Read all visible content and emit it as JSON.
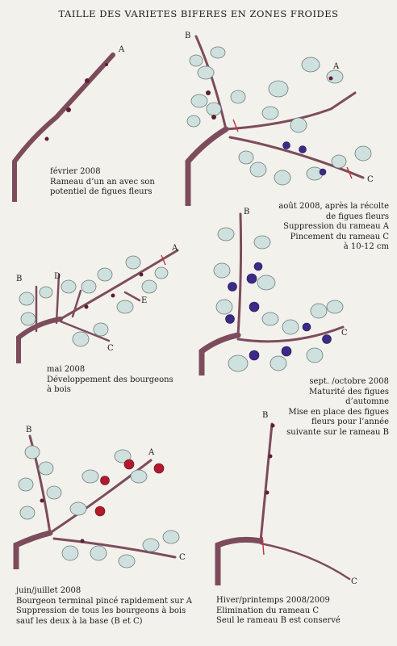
{
  "title": "TAILLE DES VARIETES BIFERES EN ZONES FROIDES",
  "panels": [
    {
      "id": "feb",
      "labels": [
        "A"
      ],
      "caption": [
        "février 2008",
        "Rameau d’un an avec son",
        "potentiel de figues fleurs"
      ]
    },
    {
      "id": "aug",
      "labels": [
        "B",
        "A",
        "C"
      ],
      "caption": [
        "août 2008, après la récolte",
        "de figues fleurs",
        "Suppression du rameau A",
        "Pincement du rameau C",
        "à 10-12 cm"
      ]
    },
    {
      "id": "may",
      "labels": [
        "A",
        "B",
        "D",
        "E",
        "C"
      ],
      "caption": [
        "mai 2008",
        "Développement des bourgeons",
        "à bois"
      ]
    },
    {
      "id": "sep",
      "labels": [
        "B",
        "C"
      ],
      "caption": [
        "sept. /octobre 2008",
        "Maturité des figues",
        "d’automne",
        "Mise en place des figues",
        "fleurs pour l’année",
        "suivante sur le rameau B"
      ]
    },
    {
      "id": "jun",
      "labels": [
        "B",
        "A",
        "C"
      ],
      "caption": [
        "juin/juillet 2008",
        "Bourgeon terminal pincé rapidement sur A",
        "Suppression de tous les bourgeons à bois",
        "sauf les deux à la base (B et C)"
      ]
    },
    {
      "id": "win",
      "labels": [
        "B",
        "C"
      ],
      "caption": [
        "Hiver/printemps 2008/2009",
        "Elimination du rameau C",
        "Seul le rameau B est conservé"
      ]
    }
  ]
}
